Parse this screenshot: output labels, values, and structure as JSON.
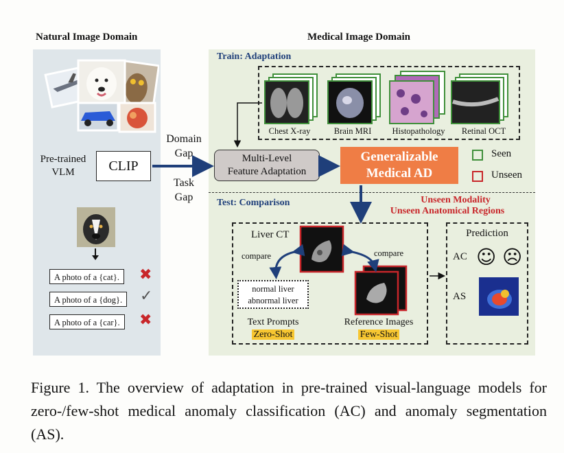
{
  "headers": {
    "natural": "Natural Image Domain",
    "medical": "Medical Image Domain"
  },
  "left": {
    "vlm": "Pre-trained\nVLM",
    "clip": "CLIP",
    "prompts": [
      {
        "text": "A photo of a {cat}.",
        "result": "wrong"
      },
      {
        "text": "A photo of a {dog}.",
        "result": "right"
      },
      {
        "text": "A photo of a {car}.",
        "result": "wrong"
      }
    ]
  },
  "gaps": {
    "domain": "Domain\nGap",
    "task": "Task\nGap"
  },
  "train": {
    "title": "Train: Adaptation",
    "modalities": [
      "Chest X-ray",
      "Brain MRI",
      "Histopathology",
      "Retinal OCT"
    ],
    "adapter": "Multi-Level\nFeature Adaptation",
    "ad": "Generalizable\nMedical AD",
    "legend": {
      "seen": "Seen",
      "unseen": "Unseen"
    },
    "colors": {
      "seen": "#3f8f3a",
      "unseen": "#c8262a",
      "ad_box": "#ef7d45",
      "arrow": "#1f3f7a"
    }
  },
  "test": {
    "title": "Test: Comparison",
    "unseen_modality": "Unseen Modality",
    "unseen_regions": "Unseen Anatomical Regions",
    "liver_ct": "Liver CT",
    "compare_left": "compare",
    "compare_right": "compare",
    "text_prompts": [
      "normal liver",
      "abnormal liver"
    ],
    "text_prompts_label": "Text Prompts",
    "zero_shot": "Zero-Shot",
    "reference_label": "Reference Images",
    "few_shot": "Few-Shot",
    "prediction": "Prediction",
    "ac": "AC",
    "as": "AS",
    "faces": [
      "☺",
      "☹"
    ]
  },
  "caption": "Figure 1.   The overview of adaptation in pre-trained visual-language models for zero-/few-shot medical anomaly classification (AC) and anomaly segmentation (AS)."
}
